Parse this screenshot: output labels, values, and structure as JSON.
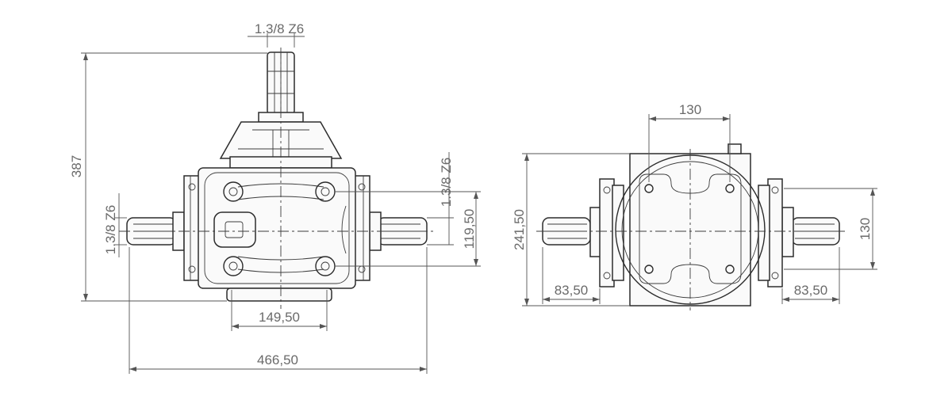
{
  "colors": {
    "line": "#2c2c2c",
    "dimension": "#555555",
    "text": "#6a6a6a",
    "background": "#ffffff"
  },
  "front_view": {
    "top_shaft_spline": "1.3/8 Z6",
    "side_shaft_spline_left": "1.3/8 Z6",
    "side_shaft_spline_right": "1.3/8 Z6",
    "overall_height": "387",
    "shaft_center_spacing": "119,50",
    "base_width": "149,50",
    "overall_width": "466,50"
  },
  "side_view": {
    "top_bolt_spacing": "130",
    "overall_height": "241,50",
    "right_bolt_spacing": "130",
    "left_shaft_length": "83,50",
    "right_shaft_length": "83,50"
  }
}
